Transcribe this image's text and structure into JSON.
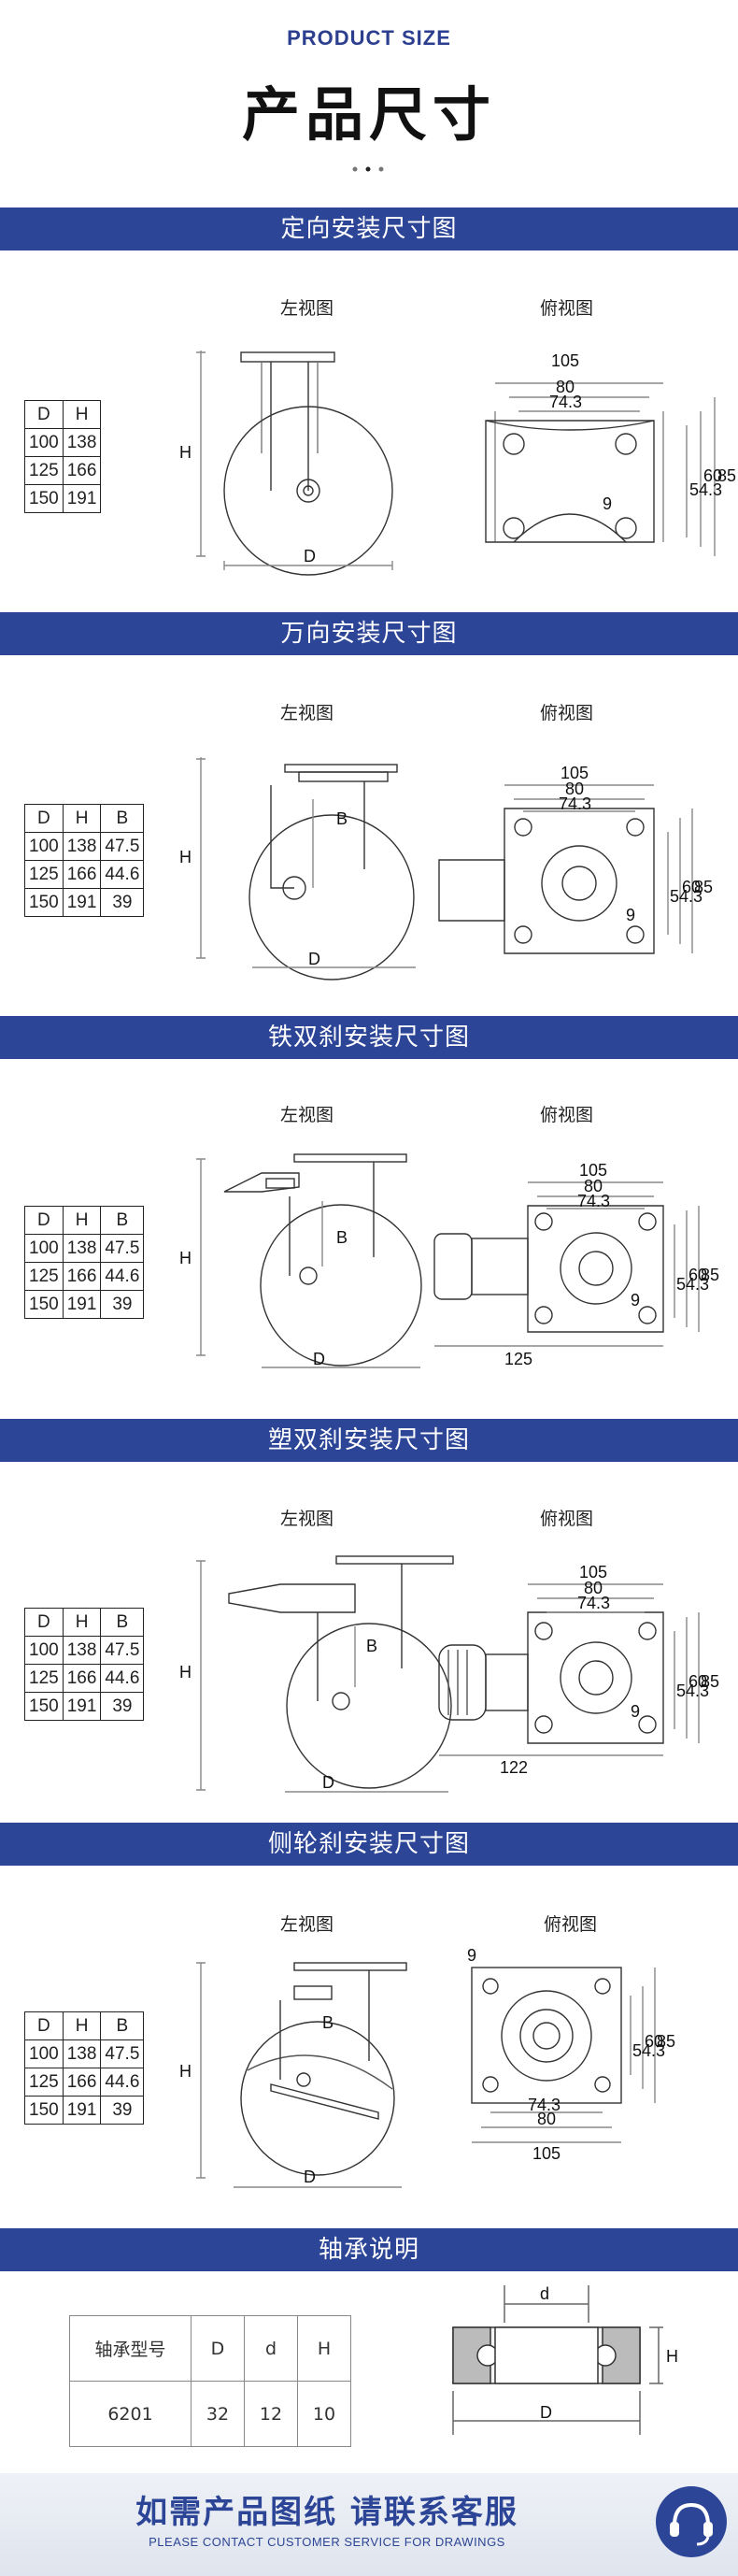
{
  "header": {
    "en": "PRODUCT SIZE",
    "cn": "产品尺寸"
  },
  "labels": {
    "left_view": "左视图",
    "top_view": "俯视图"
  },
  "sections": [
    {
      "title": "定向安装尺寸图",
      "table": {
        "headers": [
          "D",
          "H"
        ],
        "rows": [
          [
            "100",
            "138"
          ],
          [
            "125",
            "166"
          ],
          [
            "150",
            "191"
          ]
        ]
      }
    },
    {
      "title": "万向安装尺寸图",
      "table": {
        "headers": [
          "D",
          "H",
          "B"
        ],
        "rows": [
          [
            "100",
            "138",
            "47.5"
          ],
          [
            "125",
            "166",
            "44.6"
          ],
          [
            "150",
            "191",
            "39"
          ]
        ]
      }
    },
    {
      "title": "铁双刹安装尺寸图",
      "table": {
        "headers": [
          "D",
          "H",
          "B"
        ],
        "rows": [
          [
            "100",
            "138",
            "47.5"
          ],
          [
            "125",
            "166",
            "44.6"
          ],
          [
            "150",
            "191",
            "39"
          ]
        ]
      }
    },
    {
      "title": "塑双刹安装尺寸图",
      "table": {
        "headers": [
          "D",
          "H",
          "B"
        ],
        "rows": [
          [
            "100",
            "138",
            "47.5"
          ],
          [
            "125",
            "166",
            "44.6"
          ],
          [
            "150",
            "191",
            "39"
          ]
        ]
      }
    },
    {
      "title": "侧轮刹安装尺寸图",
      "table": {
        "headers": [
          "D",
          "H",
          "B"
        ],
        "rows": [
          [
            "100",
            "138",
            "47.5"
          ],
          [
            "125",
            "166",
            "44.6"
          ],
          [
            "150",
            "191",
            "39"
          ]
        ]
      }
    }
  ],
  "dims": {
    "w105": "105",
    "w80": "80",
    "w74": "74.3",
    "h54": "54.3",
    "h60": "60",
    "h85": "85",
    "hole": "9",
    "D": "D",
    "H": "H",
    "B": "B",
    "d": "d",
    "brake125": "125",
    "brake122": "122"
  },
  "bearing": {
    "title": "轴承说明",
    "headers": [
      "轴承型号",
      "D",
      "d",
      "H"
    ],
    "row": [
      "6201",
      "32",
      "12",
      "10"
    ]
  },
  "footer": {
    "cn": "如需产品图纸 请联系客服",
    "en": "PLEASE CONTACT CUSTOMER SERVICE FOR DRAWINGS"
  },
  "colors": {
    "band": "#2c4596",
    "accent": "#2c3f8f"
  }
}
